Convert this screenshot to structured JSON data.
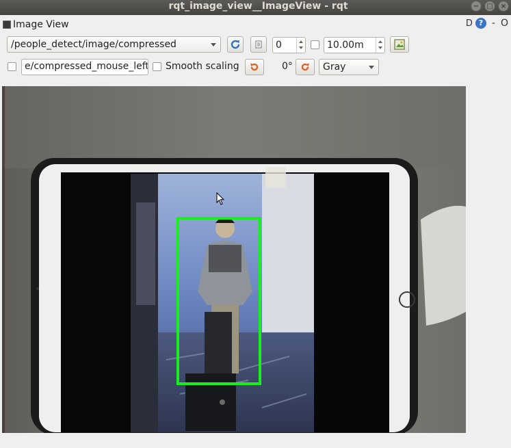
{
  "window": {
    "title": "rqt_image_view__ImageView - rqt",
    "controls": [
      "−",
      "□",
      "×"
    ]
  },
  "plugin": {
    "title": "Image View",
    "d_label": "D",
    "help_label": "?",
    "dash_label": "-",
    "o_label": "O"
  },
  "toolbar": {
    "topic": "/people_detect/image/compressed",
    "refresh_icon": "refresh-icon",
    "fit_icon": "fit-view-icon",
    "zoom_value": "0",
    "max_range_checked": false,
    "max_range_value": "10.00m",
    "save_icon": "save-image-icon"
  },
  "toolbar2": {
    "publish_checked": false,
    "mouse_topic": "e/compressed_mouse_left",
    "smooth_checked": false,
    "smooth_label": "Smooth scaling",
    "rotate_left_icon": "rotate-ccw-icon",
    "rotation_value": "0°",
    "rotate_right_icon": "rotate-cw-icon",
    "color_scheme": "Gray"
  },
  "image": {
    "detection_color": "#18f01e",
    "description": "person-detection-bbox"
  }
}
